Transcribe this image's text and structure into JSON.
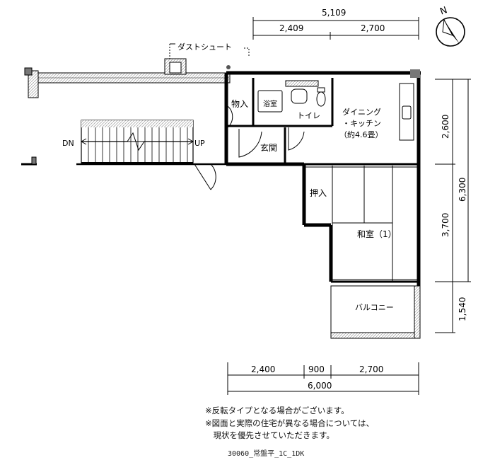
{
  "title": "",
  "compass": {
    "label": "N",
    "icon": "north-arrow-icon"
  },
  "rooms": {
    "storage": "物入",
    "bath": "浴室",
    "toilet": "トイレ",
    "dining_kitchen_1": "ダイニング",
    "dining_kitchen_2": "・キッチン",
    "dining_kitchen_3": "（約4.6畳）",
    "entrance": "玄関",
    "closet": "押入",
    "japanese_room": "和室（1）",
    "balcony": "バルコニー",
    "dust_chute": "ダストシュート"
  },
  "stairs": {
    "down": "DN",
    "up": "UP"
  },
  "dimensions": {
    "top_total": "5,109",
    "top_left": "2,409",
    "top_right": "2,700",
    "bottom_left": "2,400",
    "bottom_mid": "900",
    "bottom_right": "2,700",
    "bottom_total": "6,000",
    "right_top": "2,600",
    "right_mid": "3,700",
    "right_total": "6,300",
    "right_bottom": "1,540"
  },
  "notes": [
    "※反転タイプとなる場合がございます。",
    "※図面と実際の住宅が異なる場合については、",
    "　現状を優先させていただきます。"
  ],
  "plan_code": "30060_常盤平_1C_1DK"
}
